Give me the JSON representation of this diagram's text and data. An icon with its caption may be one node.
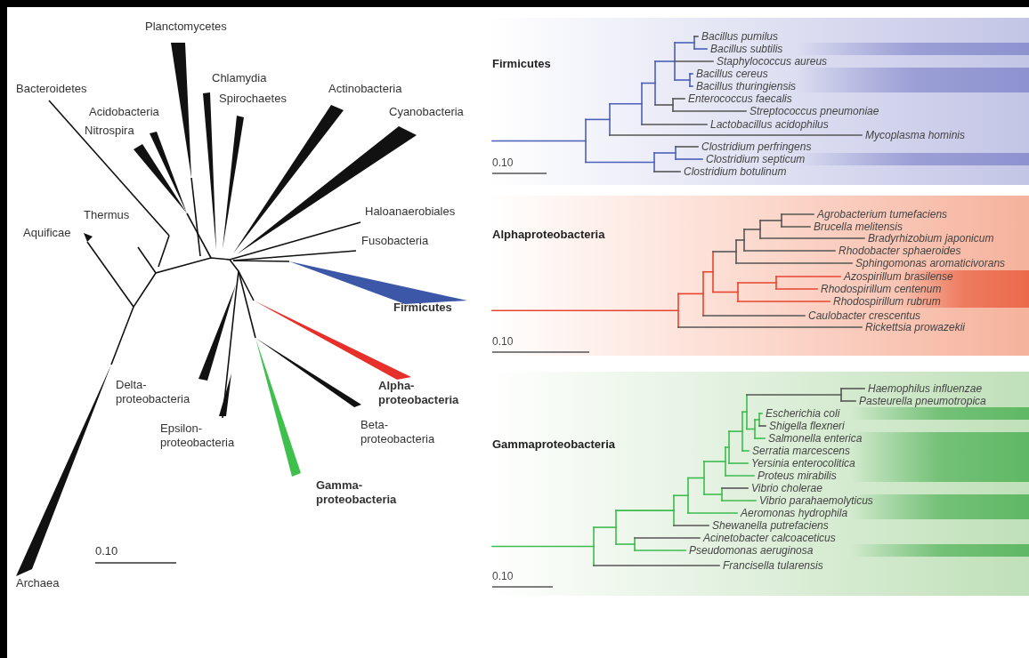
{
  "diagram": {
    "nodes": [
      {
        "text": [
          "Firmicutes"
        ]
      },
      {
        "text": [
          "Alphaproteobacteria"
        ]
      },
      {
        "text": [
          "Gammaproteobacteria"
        ]
      }
    ],
    "labels": [
      "Planctomycetes",
      "Bacteroidetes",
      "Chlamydia",
      "Actinobacteria",
      "Cyanobacteria",
      "Acidobacteria",
      "Nitrospira",
      "Spirochaetes",
      "Haloanaerobiales",
      "Aquificae",
      "Thermus",
      "Fusobacteria",
      "Firmicutes",
      "Alpha- proteobacteria",
      "Delta- proteobacteria",
      "Beta- proteobacteria",
      "Epsilon- proteobacteria",
      "Gamma- proteobacteria",
      "0.10",
      "Archaea",
      "Bacillus pumilus",
      "Bacillus subtilis",
      "Staphylococcus aureus",
      "Bacillus cereus",
      "Bacillus thuringiensis",
      "Enterococcus faecalis",
      "Streptococcus pneumoniae",
      "Lactobacillus acidophilus",
      "Mycoplasma hominis",
      "Clostridium perfringens",
      "Clostridium septicum",
      "Clostridium botulinum",
      "0.10",
      "Agrobacterium tumefaciens",
      "Brucella melitensis",
      "Bradyrhizobium japonicum",
      "Rhodobacter sphaeroides",
      "Sphingomonas aromaticivorans",
      "Azospirillum brasilense",
      "Rhodospirillum centenum",
      "Rhodospirillum rubrum",
      "Caulobacter crescentus",
      "Rickettsia prowazekii",
      "0.10",
      "Haemophilus influenzae",
      "Pasteurella pneumotropica",
      "Escherichia coli",
      "Shigella flexneri",
      "Salmonella enterica",
      "Serratia marcescens",
      "Yersinia enterocolitica",
      "Proteus mirabilis",
      "Vibrio cholerae",
      "Vibrio parahaemolyticus",
      "Aeromonas hydrophila",
      "Shewanella putrefaciens",
      "Acinetobacter calcoaceticus",
      "Pseudomonas aeruginosa",
      "Francisella tularensis",
      "0.10"
    ]
  }
}
